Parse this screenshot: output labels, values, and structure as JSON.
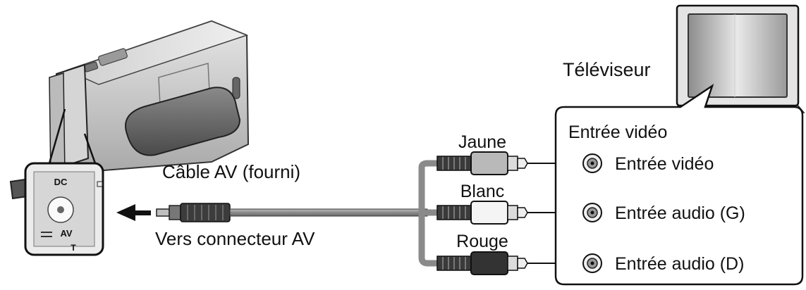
{
  "labels": {
    "tv": "Téléviseur",
    "panel_title": "Entrée vidéo",
    "cable": "Câble AV (fourni)",
    "connector": "Vers connecteur AV",
    "jack_dc": "DC",
    "jack_av": "AV",
    "jack_t": "T"
  },
  "plugs": [
    {
      "color_label": "Jaune",
      "input_label": "Entrée vidéo",
      "body_color": "#b9b9b9"
    },
    {
      "color_label": "Blanc",
      "input_label": "Entrée audio (G)",
      "body_color": "#f4f4f4"
    },
    {
      "color_label": "Rouge",
      "input_label": "Entrée audio (D)",
      "body_color": "#333333"
    }
  ]
}
